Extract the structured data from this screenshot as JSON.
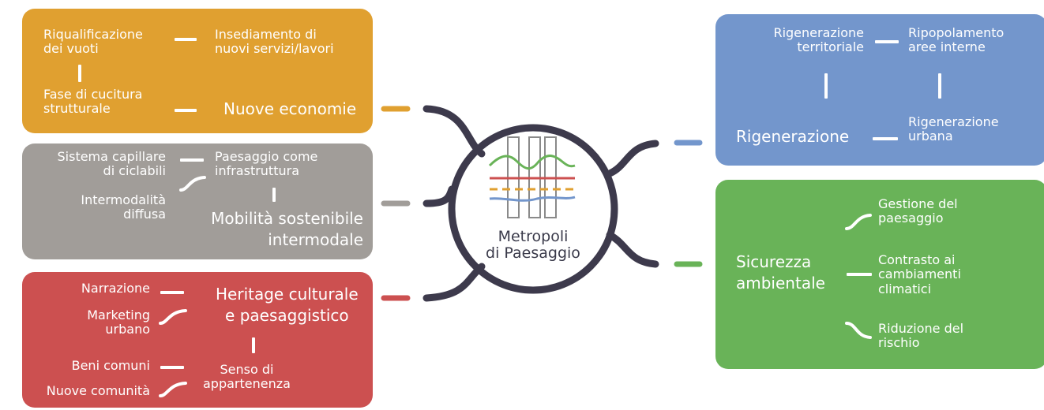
{
  "colors": {
    "economy": "#e0a030",
    "mobility": "#a19d99",
    "heritage": "#cc5050",
    "regeneration": "#7396cc",
    "safety": "#69b358",
    "hub": "#3d3a4c"
  },
  "center": {
    "line1": "Metropoli",
    "line2": "di Paesaggio"
  },
  "economy": {
    "title": "Nuove economie",
    "item1": "Riqualificazione\ndei vuoti",
    "item2": "Insediamento di\nnuovi servizi/lavori",
    "item3": "Fase di cucitura\nstrutturale"
  },
  "mobility": {
    "title": "Mobilità sostenibile\nintermodale",
    "item1": "Sistema capillare\ndi ciclabili",
    "item2": "Paesaggio come\ninfrastruttura",
    "item3": "Intermodalità\ndiffusa"
  },
  "heritage": {
    "title": "Heritage culturale\ne paesaggistico",
    "item1": "Narrazione",
    "item2": "Marketing\nurbano",
    "item3": "Beni comuni",
    "item4": "Nuove comunità",
    "item5": "Senso di\nappartenenza"
  },
  "regeneration": {
    "title": "Rigenerazione",
    "item1": "Rigenerazione\nterritoriale",
    "item2": "Ripopolamento\naree interne",
    "item3": "Rigenerazione\nurbana"
  },
  "safety": {
    "title": "Sicurezza\nambientale",
    "item1": "Gestione del\npaesaggio",
    "item2": "Contrasto ai\ncambiamenti\nclimatici",
    "item3": "Riduzione del\nrischio"
  }
}
